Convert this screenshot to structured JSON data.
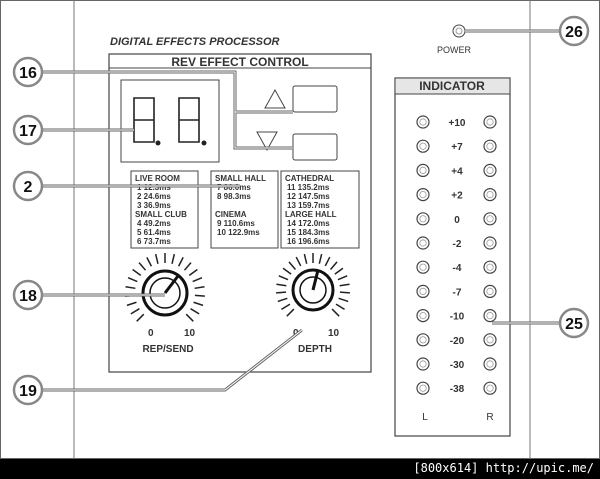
{
  "panel": {
    "title": "DIGITAL EFFECTS PROCESSOR",
    "power_label": "POWER"
  },
  "rev": {
    "title": "REV EFFECT CONTROL",
    "display_digits": [
      "8.",
      "8."
    ]
  },
  "tables": {
    "col1": [
      "LIVE ROOM",
      "1   12.3ms",
      "2   24.6ms",
      "3   36.9ms",
      "SMALL CLUB",
      "4   49.2ms",
      "5   61.4ms",
      "6   73.7ms"
    ],
    "col2": [
      "SMALL HALL",
      "7   86.0ms",
      "8   98.3ms",
      "",
      "CINEMA",
      "9   110.6ms",
      "10  122.9ms",
      ""
    ],
    "col3": [
      "CATHEDRAL",
      "11  135.2ms",
      "12  147.5ms",
      "13  159.7ms",
      "LARGE HALL",
      "14  172.0ms",
      "15  184.3ms",
      "16  196.6ms"
    ]
  },
  "knobs": {
    "rep": {
      "label": "REP/SEND",
      "min": "0",
      "max": "10"
    },
    "depth": {
      "label": "DEPTH",
      "min": "0",
      "max": "10"
    }
  },
  "indicator": {
    "title": "INDICATOR",
    "levels": [
      "+10",
      "+7",
      "+4",
      "+2",
      "0",
      "-2",
      "-4",
      "-7",
      "-10",
      "-20",
      "-30",
      "-38"
    ],
    "left": "L",
    "right": "R"
  },
  "callouts": [
    "16",
    "17",
    "2",
    "18",
    "19",
    "26",
    "25"
  ],
  "footer": "[800x614] http://upic.me/"
}
